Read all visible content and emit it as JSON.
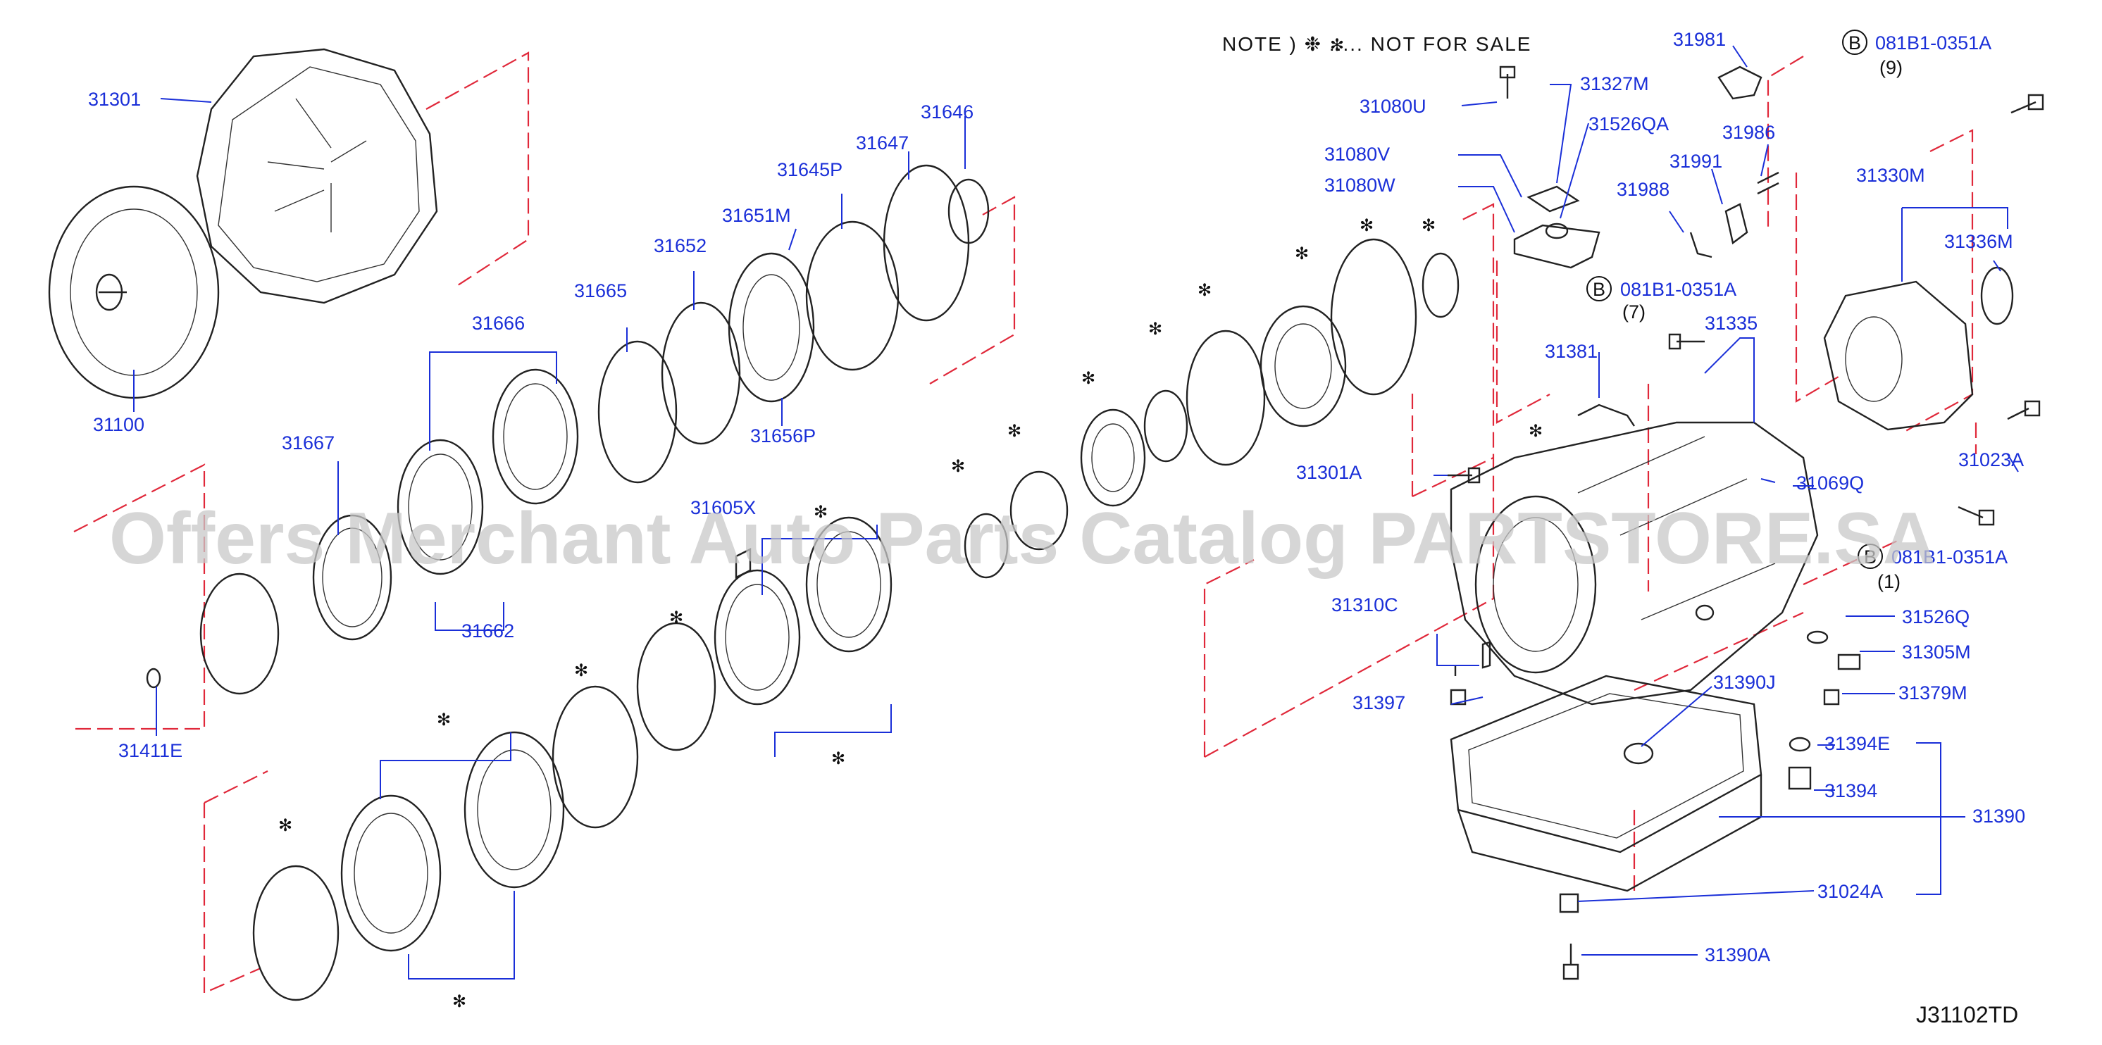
{
  "note": {
    "text": "NOTE  )  ❉ .....  NOT   FOR   SALE",
    "star_icon": "❉"
  },
  "watermark": "Offers Merchant Auto Parts Catalog PARTSTORE.SA",
  "diagram_code": "J31102TD",
  "bolt_refs": [
    {
      "circle": "B",
      "code": "081B1-0351A",
      "qty": "(9)"
    },
    {
      "circle": "B",
      "code": "081B1-0351A",
      "qty": "(7)"
    },
    {
      "circle": "B",
      "code": "081B1-0351A",
      "qty": "(1)"
    }
  ],
  "labels": {
    "p31301": "31301",
    "p31100": "31100",
    "p31666": "31666",
    "p31665": "31665",
    "p31652": "31652",
    "p31651m": "31651M",
    "p31645p": "31645P",
    "p31647": "31647",
    "p31646": "31646",
    "p31656p": "31656P",
    "p31667": "31667",
    "p31662": "31662",
    "p31411e": "31411E",
    "p3160x": "31605X",
    "p31080u": "31080U",
    "p31327m": "31327M",
    "p31526qa": "31526QA",
    "p31080v": "31080V",
    "p31080w": "31080W",
    "p31981": "31981",
    "p31986": "31986",
    "p31991": "31991",
    "p31988": "31988",
    "p31330m": "31330M",
    "p31336m": "31336M",
    "p31381": "31381",
    "p31335": "31335",
    "p31301a": "31301A",
    "p31069q": "31069Q",
    "p31023a": "31023A",
    "p31310c": "31310C",
    "p31397": "31397",
    "p31390j": "31390J",
    "p31526q": "31526Q",
    "p31305m": "31305M",
    "p31379m": "31379M",
    "p31394e": "31394E",
    "p31394": "31394",
    "p31390": "31390",
    "p31024a": "31024A",
    "p31390a": "31390A"
  }
}
